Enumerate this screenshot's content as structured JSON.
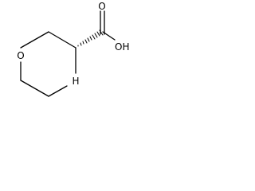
{
  "molecule": {
    "atoms": {
      "ring_oxygen": "O",
      "ring_nitrogen": "H",
      "carbonyl_oxygen": "O",
      "hydroxyl_group": "OH"
    }
  },
  "colors": {
    "bond": "#000000",
    "background": "#ffffff"
  }
}
